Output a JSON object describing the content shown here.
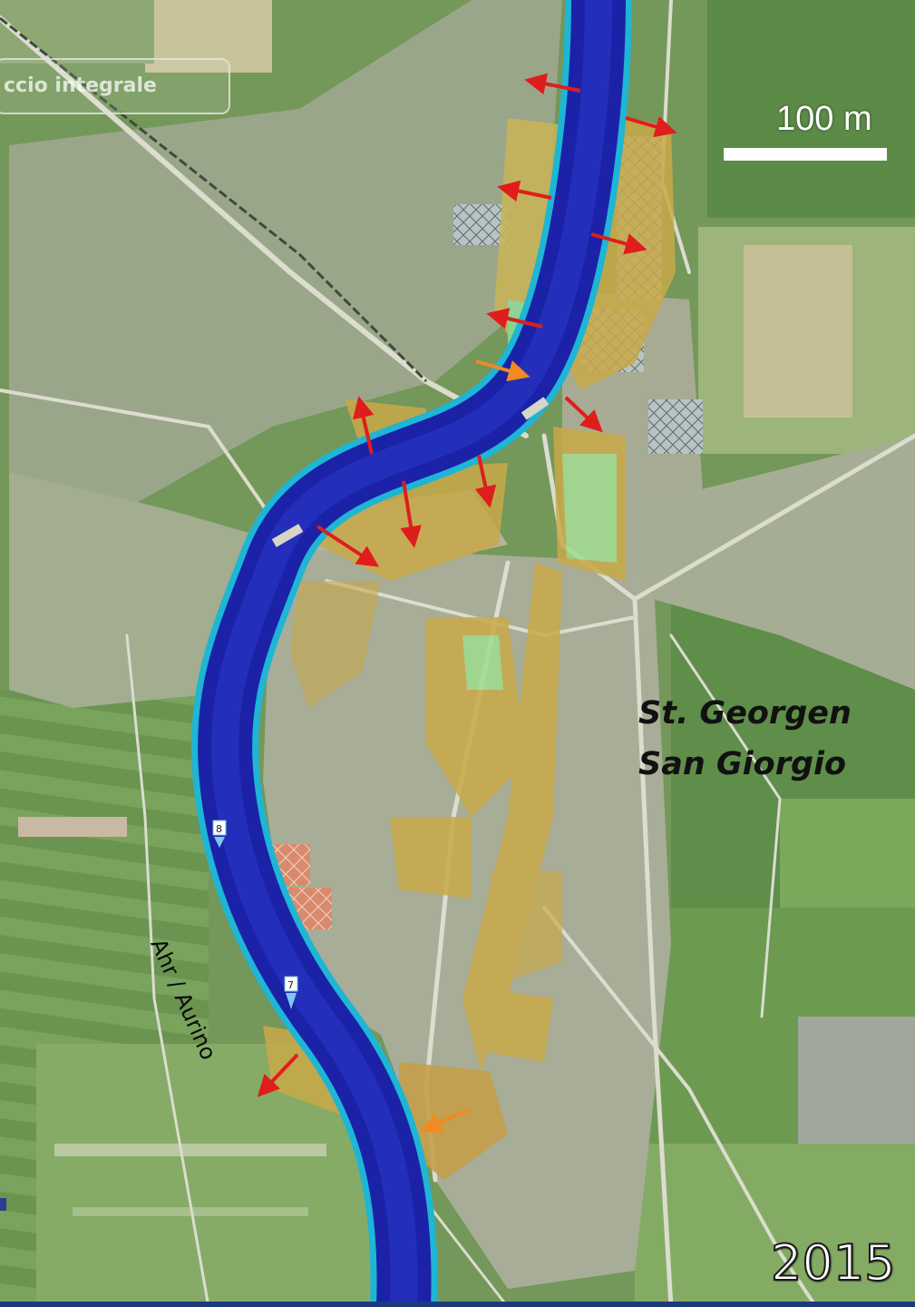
{
  "map": {
    "search_text": "ccio integrale",
    "scale": {
      "label": "100 m"
    },
    "town": {
      "name_de": "St. Georgen",
      "name_it": "San Giorgio"
    },
    "river": {
      "name": "Ahr / Aurino"
    },
    "year": "2015",
    "markers": [
      {
        "label": "8"
      },
      {
        "label": "7"
      }
    ],
    "colors": {
      "river_deep": "#1b22a8",
      "river_shallow": "#1fb5d4",
      "flood_extent": "#c9a949",
      "flood_shallow": "#8fdd9a",
      "flow_arrow": "#e01d1d",
      "minor_flow_arrow": "#f08a22",
      "field_green": "#6f9a57"
    },
    "icons": [
      "red-flow-arrow-icon",
      "orange-flow-arrow-icon",
      "gauge-marker-icon"
    ]
  }
}
